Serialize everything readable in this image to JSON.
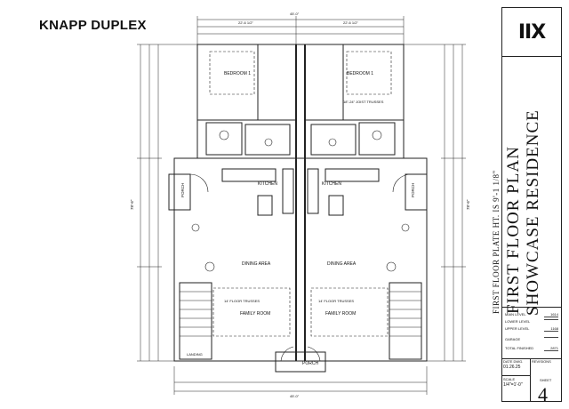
{
  "sheet": {
    "title": "KNAPP DUPLEX"
  },
  "firm": {
    "logo_text": "IIX"
  },
  "title_block": {
    "line1": "FIRST FLOOR PLAN",
    "line2": "SHOWCASE RESIDENCE",
    "plate_height": "FIRST FLOOR PLATE HT. IS 9'-1 1/8\"",
    "area": {
      "main_label": "MAIN LEVEL",
      "main_value": "1614",
      "lower_label": "LOWER LEVEL",
      "lower_value": "",
      "upper_label": "UPPER LEVEL",
      "upper_value": "1168",
      "garage_label": "GARAGE",
      "garage_value": "",
      "total_label": "TOTAL FINISHED",
      "total_value": "2871"
    },
    "date_label": "DATE DWG.",
    "date_value": "01.26.25",
    "revisions_label": "REVISIONS",
    "scale_label": "SCALE",
    "scale_value": "1/4\"=1'-0\"",
    "sheet_label": "SHEET",
    "sheet_value": "4"
  },
  "rooms": {
    "bedroom_left": "BEDROOM 1",
    "bedroom_right": "BEDROOM 1",
    "kitchen_left": "KITCHEN",
    "kitchen_right": "KITCHEN",
    "dining_left": "DINING AREA",
    "dining_right": "DINING AREA",
    "family_left": "FAMILY ROOM",
    "family_right": "FAMILY ROOM",
    "porch_left": "PORCH",
    "porch_right": "PORCH",
    "porch_bottom": "PORCH",
    "tray_left": "14' FLOOR TRUSSES",
    "tray_right": "14' FLOOR TRUSSES",
    "trusses_top": "18\"-24\" JOIST TRUSSES",
    "landing": "LANDING"
  },
  "dimensions": {
    "overall_top": "45'-0\"",
    "half_left": "22'-6 1/2\"",
    "half_right": "22'-6 1/2\"",
    "overall_bottom": "45'-0\"",
    "overall_left": "78'-6\"",
    "overall_right": "78'-6\""
  }
}
